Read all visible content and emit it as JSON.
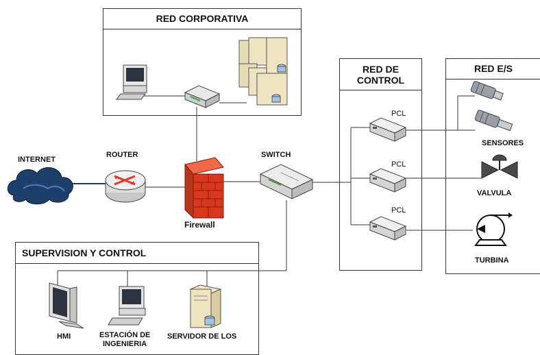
{
  "zones": {
    "corporate_title": "RED CORPORATIVA",
    "control_title": "RED DE CONTROL",
    "io_title": "RED E/S",
    "supervision_title": "SUPERVISION Y CONTROL"
  },
  "nodes": {
    "internet": "INTERNET",
    "router": "ROUTER",
    "firewall": "Firewall",
    "switch": "SWITCH",
    "pcl_1": "PCL",
    "pcl_2": "PCL",
    "pcl_3": "PCL",
    "sensores": "SENSORES",
    "valvula": "VALVULA",
    "turbina": "TURBINA",
    "hmi": "HMI",
    "estacion_line1": "ESTACIÓN DE",
    "estacion_line2": "INGENIERIA",
    "servidor": "SERVIDOR DE LOS"
  },
  "icons": [
    "computer-icon",
    "server-rack-icon",
    "hub-icon",
    "cloud-icon",
    "router-icon",
    "firewall-icon",
    "switch-icon",
    "plc-icon",
    "sensor-icon",
    "valve-icon",
    "turbine-icon",
    "monitor-icon",
    "server-icon"
  ],
  "colors": {
    "cloud": "#1f3f6b",
    "firewall": "#d9381e",
    "router": "#e03a2c",
    "line": "#333333"
  }
}
